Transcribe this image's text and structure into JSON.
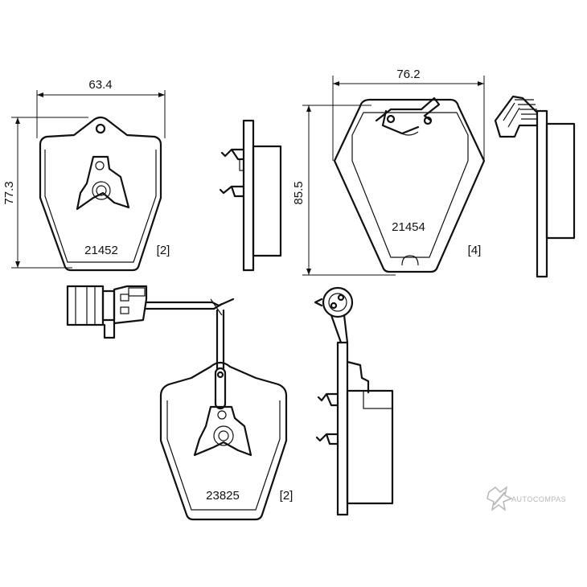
{
  "dimensions": {
    "pad1_width": "63.4",
    "pad1_height": "77.3",
    "pad2_width": "76.2",
    "pad2_height": "85.5"
  },
  "parts": {
    "pad_21452": {
      "number": "21452",
      "quantity": "[2]"
    },
    "pad_21454": {
      "number": "21454",
      "quantity": "[4]"
    },
    "pad_23825": {
      "number": "23825",
      "quantity": "[2]"
    }
  },
  "watermark": {
    "text": "AUTOCOMPAS",
    "icon": "autocompas-logo-icon"
  },
  "colors": {
    "line": "#111111",
    "watermark": "#9a9a9a",
    "background": "#ffffff"
  }
}
